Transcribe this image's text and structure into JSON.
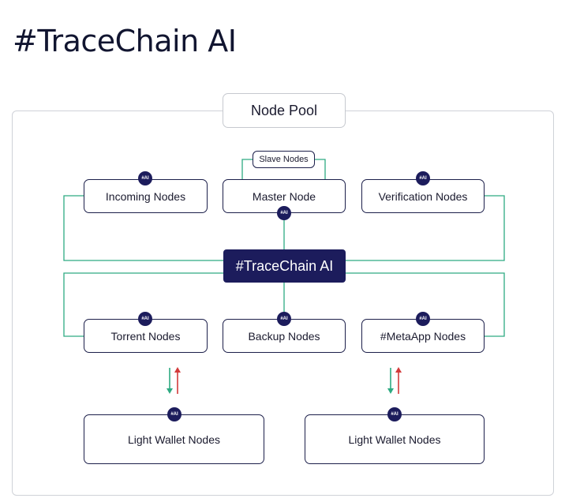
{
  "title": "#TraceChain AI",
  "pool_label": "Node Pool",
  "slave_label": "Slave Nodes",
  "hub_label": "#TraceChain AI",
  "badge_text": "#AI",
  "nodes": {
    "incoming": "Incoming Nodes",
    "master": "Master Node",
    "verification": "Verification Nodes",
    "torrent": "Torrent Nodes",
    "backup": "Backup Nodes",
    "metaapp": "#MetaApp Nodes",
    "wallet_left": "Light Wallet Nodes",
    "wallet_right": "Light Wallet Nodes"
  },
  "colors": {
    "navy": "#1c1c5c",
    "connector": "#2eaa82",
    "arrow_up": "#d23a3a",
    "arrow_down": "#2eaa82"
  }
}
